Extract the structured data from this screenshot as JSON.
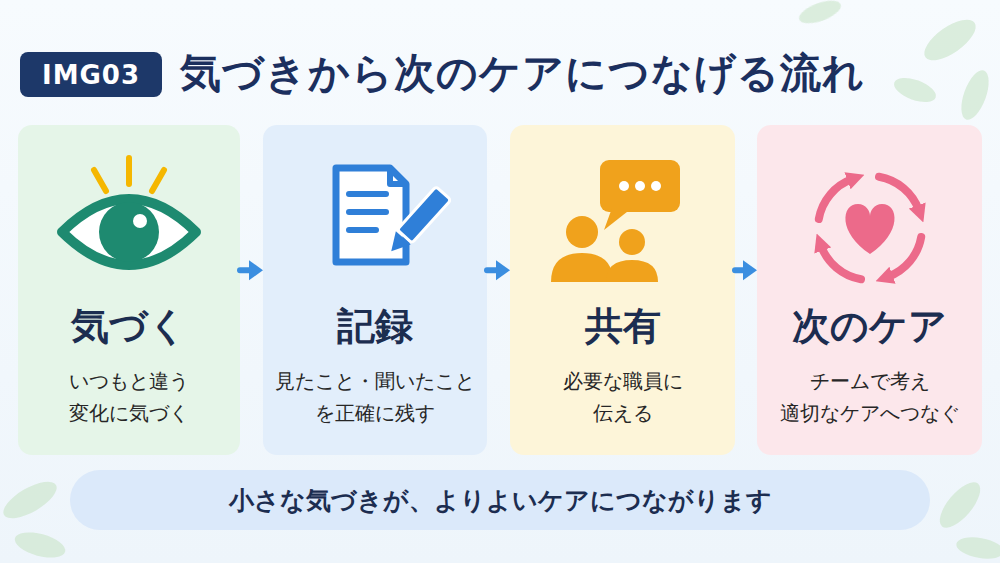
{
  "diagram": {
    "title": "気づきから次のケアにつなげる流れ",
    "nodes": [
      {
        "text": [
          "IMG03"
        ]
      },
      {
        "text": [
          "気づく",
          "いつもと違う 変化に気づく"
        ]
      },
      {
        "text": [
          "記録",
          "見たこと・聞いたこと を正確に残す"
        ]
      },
      {
        "text": [
          "共有",
          "必要な職員に 伝える"
        ]
      },
      {
        "text": [
          "次のケア",
          "チームで考え 適切なケアへつなぐ"
        ]
      },
      {
        "text": [
          "小さな気づきが、よりよいケアにつながります"
        ]
      }
    ],
    "edges": [
      {
        "from": 1,
        "to": 2,
        "arrow": "to"
      },
      {
        "from": 2,
        "to": 3,
        "arrow": "to"
      },
      {
        "from": 3,
        "to": 4,
        "arrow": "to"
      }
    ]
  }
}
